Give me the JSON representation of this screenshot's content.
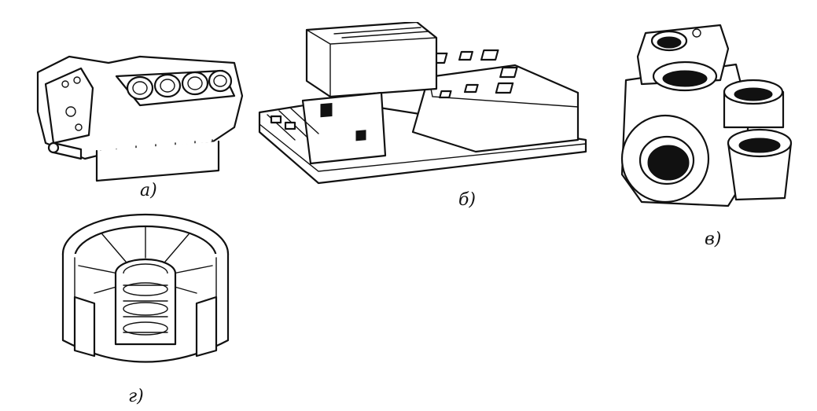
{
  "figures": [
    {
      "id": "a",
      "caption": "а)",
      "depicts": "engine-block"
    },
    {
      "id": "b",
      "caption": "б)",
      "depicts": "machine-bed"
    },
    {
      "id": "v",
      "caption": "в)",
      "depicts": "pipe-fitting"
    },
    {
      "id": "g",
      "caption": "г)",
      "depicts": "cutaway-housing"
    }
  ],
  "colors": {
    "ink": "#111111",
    "paper": "#ffffff"
  }
}
